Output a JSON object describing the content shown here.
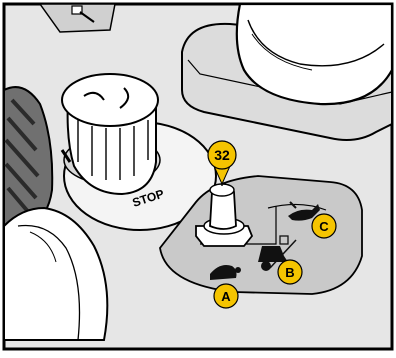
{
  "stop_label": "STOP",
  "callouts": [
    {
      "id": "part-number",
      "text": "32",
      "color": "#F5C400"
    },
    {
      "id": "position-a",
      "text": "A",
      "color": "#F5C400"
    },
    {
      "id": "position-b",
      "text": "B",
      "color": "#F5C400"
    },
    {
      "id": "position-c",
      "text": "C",
      "color": "#F5C400"
    }
  ],
  "icons": [
    "emergency-stop-icon",
    "hare-icon",
    "turtle-icon",
    "combine-harvester-icon",
    "toggle-switch-icon",
    "knob-icon",
    "joystick-icon"
  ]
}
